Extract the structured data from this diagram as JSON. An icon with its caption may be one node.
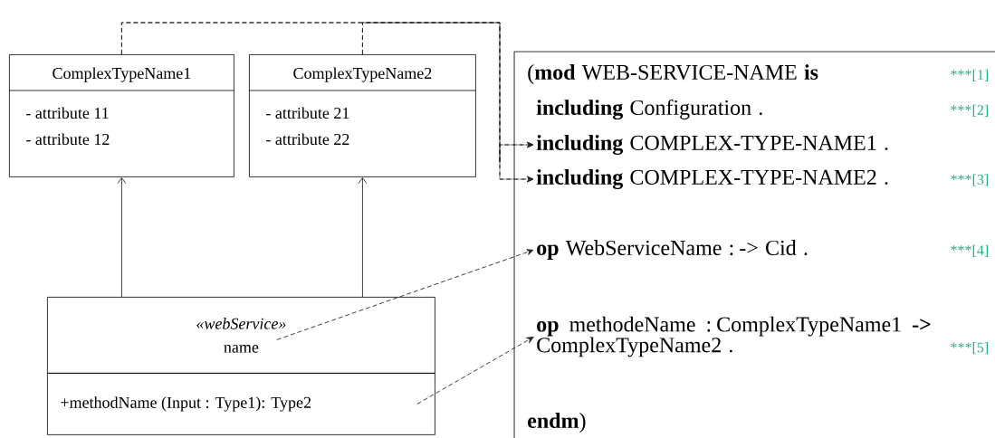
{
  "diagram": {
    "nodes": [
      {
        "text": [
          "ComplexTypeName1",
          "- attribute 11",
          "- attribute 12"
        ]
      },
      {
        "text": [
          "ComplexTypeName2",
          "- attribute 21",
          "- attribute 22"
        ]
      },
      {
        "text": [
          "«webService»",
          "name"
        ]
      },
      {
        "text": [
          "+methodName (Input : Type1): Type2"
        ]
      },
      {
        "text": [],
        "shape": "box"
      },
      {
        "text": [
          "(**mod** WEB-SERVICE-NAME **is**",
          "***[1]"
        ],
        "in": 4
      },
      {
        "text": [
          "**including** Configuration .",
          "***[2]"
        ],
        "in": 4
      },
      {
        "text": [
          "**including** COMPLEX-TYPE-NAME1 ."
        ],
        "in": 4
      },
      {
        "text": [
          "**including** COMPLEX-TYPE-NAME2 .",
          "***[3]"
        ],
        "in": 4
      },
      {
        "text": [
          "**op** WebServiceName : -> Cid .",
          "***[4]"
        ],
        "in": 4
      },
      {
        "text": [
          "**op** methodeName : ComplexTypeName1 **->** ComplexTypeName2 .",
          "***[5]"
        ],
        "in": 4
      },
      {
        "text": [
          "**endm**)"
        ],
        "in": 4
      }
    ],
    "edges": [
      {
        "from": 2,
        "to": 0,
        "arrow": "to"
      },
      {
        "from": 2,
        "to": 1,
        "arrow": "to"
      },
      {
        "from": 0,
        "to": 7,
        "arrow": "to",
        "style": "dashed"
      },
      {
        "from": 0,
        "to": 8,
        "arrow": "to",
        "style": "dashed"
      },
      {
        "from": 1,
        "to": 7,
        "arrow": "to",
        "style": "dashed"
      },
      {
        "from": 1,
        "to": 8,
        "arrow": "to",
        "style": "dashed"
      },
      {
        "from": 2,
        "to": 9,
        "arrow": "to",
        "style": "dashed"
      },
      {
        "from": 3,
        "to": 10,
        "arrow": "to",
        "style": "dashed"
      }
    ]
  }
}
